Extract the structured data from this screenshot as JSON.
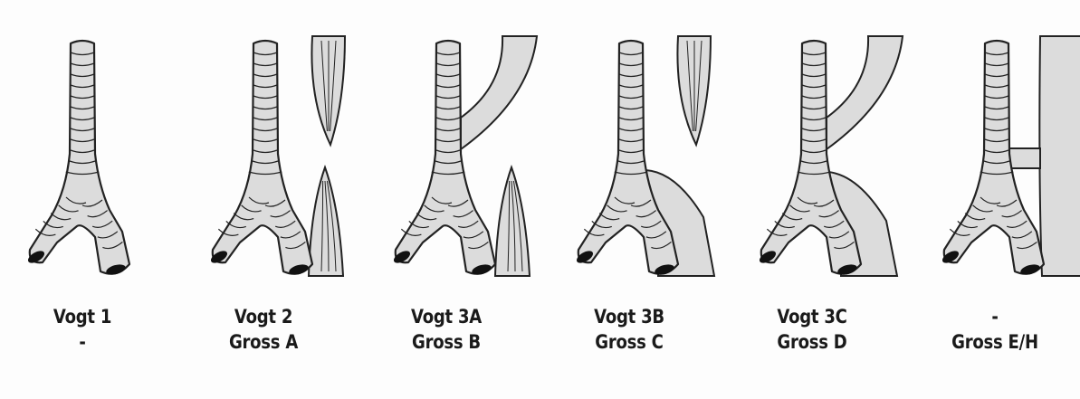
{
  "panels": [
    {
      "id": "vogt-1",
      "vogt": "Vogt 1",
      "gross": "-",
      "esophagus": "none"
    },
    {
      "id": "vogt-2",
      "vogt": "Vogt 2",
      "gross": "Gross A",
      "esophagus": "atresia-no-fistula"
    },
    {
      "id": "vogt-3a",
      "vogt": "Vogt 3A",
      "gross": "Gross B",
      "esophagus": "proximal-fistula"
    },
    {
      "id": "vogt-3b",
      "vogt": "Vogt 3B",
      "gross": "Gross C",
      "esophagus": "distal-fistula"
    },
    {
      "id": "vogt-3c",
      "vogt": "Vogt 3C",
      "gross": "Gross D",
      "esophagus": "double-fistula"
    },
    {
      "id": "gross-eh",
      "vogt": "-",
      "gross": "Gross E/H",
      "esophagus": "h-type-fistula"
    }
  ],
  "colors": {
    "tissue_fill": "#dcdcdc",
    "outline": "#222222",
    "lumen": "#111111"
  }
}
